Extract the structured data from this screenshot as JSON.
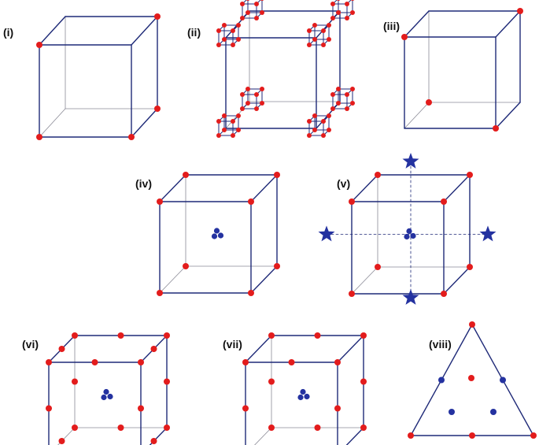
{
  "colors": {
    "edge": "#1f2a78",
    "back_edge": "#8a8a96",
    "red_point": "#e31c1c",
    "blue_point": "#2432a0",
    "background": "#ffffff"
  },
  "panels": [
    {
      "label": "(i)",
      "design": "cube-corners-partial"
    },
    {
      "label": "(ii)",
      "design": "cube-corner-subcubes"
    },
    {
      "label": "(iii)",
      "design": "cube-corners-alternate"
    },
    {
      "label": "(iv)",
      "design": "cube-corners-center"
    },
    {
      "label": "(v)",
      "design": "cube-corners-center-star-axes"
    },
    {
      "label": "(vi)",
      "design": "cube-corners-edge-midpoints-center"
    },
    {
      "label": "(vii)",
      "design": "cube-corners-face-edge-midpoints-center"
    },
    {
      "label": "(viii)",
      "design": "simplex-lattice-triangle"
    }
  ]
}
